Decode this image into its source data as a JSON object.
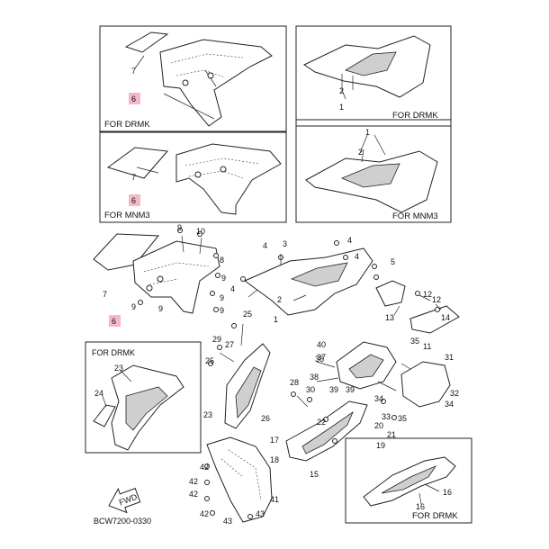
{
  "boxes": {
    "top_left_caption": "FOR DRMK",
    "top_right_caption": "FOR DRMK",
    "mid_left_caption": "FOR MNM3",
    "mid_right_caption": "FOR MNM3",
    "bottom_left_caption": "FOR DRMK",
    "bottom_right_caption": "FOR DRMK"
  },
  "labels": {
    "tl_7": "7",
    "tl_6": "6",
    "tr_2": "2",
    "tr_1": "1",
    "ml_7": "7",
    "ml_6": "6",
    "mr_1": "1",
    "mr_2": "2",
    "m_9a": "9",
    "m_10": "10",
    "m_8": "8",
    "m_9b": "9",
    "m_9c": "9",
    "m_7": "7",
    "m_9d": "9",
    "m_9e": "9",
    "m_9f": "9",
    "m_6": "6",
    "c_3": "3",
    "c_4a": "4",
    "c_4b": "4",
    "c_4c": "4",
    "c_5": "5",
    "c_4d": "4",
    "c_2": "2",
    "c_1": "1",
    "r_12a": "12",
    "r_13": "13",
    "r_12b": "12",
    "r_11": "11",
    "r_14": "14",
    "b_25a": "25",
    "b_29": "29",
    "b_27": "27",
    "b_25b": "25",
    "b_23": "23",
    "b_26": "26",
    "b_28": "28",
    "b_30": "30",
    "b_24": "24",
    "b_23b": "23",
    "b_40": "40",
    "b_36": "36",
    "b_37": "37",
    "b_38": "38",
    "b_39a": "39",
    "b_39b": "39",
    "b_35a": "35",
    "b_31": "31",
    "b_34a": "34",
    "b_32": "32",
    "b_34b": "34",
    "b_35b": "35",
    "b_33": "33",
    "b_20": "20",
    "b_22": "22",
    "b_19": "19",
    "b_21": "21",
    "b_17": "17",
    "b_18": "18",
    "b_15": "15",
    "b_42a": "42",
    "b_42b": "42",
    "b_42c": "42",
    "b_42d": "42",
    "b_41": "41",
    "b_43a": "43",
    "b_43b": "43",
    "b_16a": "16",
    "b_16b": "16"
  },
  "arrow_text": "FWD",
  "diagram_code": "BCW7200-0330",
  "colors": {
    "highlight": "#f6b8c8",
    "line": "#222222",
    "shade": "#cfcfcf"
  }
}
